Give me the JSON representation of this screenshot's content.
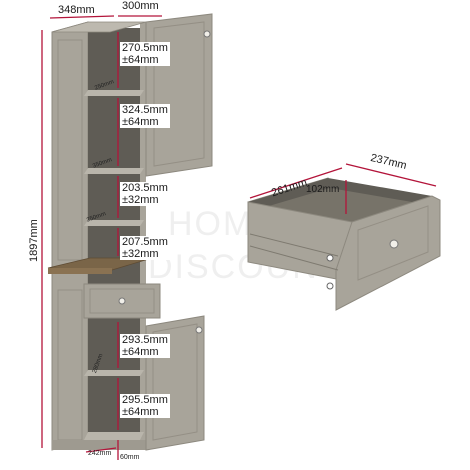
{
  "colors": {
    "cabinet": "#a8a49a",
    "cabinet_dark": "#8d897f",
    "interior": "#5f5c55",
    "shelf": "#b9b5ab",
    "wood_top": "#7a6548",
    "dimension": "#b3143a",
    "watermark": "#efefef"
  },
  "cabinet": {
    "width_top": "348mm",
    "depth_top": "300mm",
    "height": "1897mm",
    "shelf_gap_1": "270.5mm\n±64mm",
    "shelf_gap_2": "324.5mm\n±64mm",
    "shelf_gap_3": "203.5mm\n±32mm",
    "shelf_gap_4": "207.5mm\n±32mm",
    "shelf_gap_5": "293.5mm\n±64mm",
    "shelf_gap_6": "295.5mm\n±64mm",
    "shelf_depth_small_1": "250mm",
    "shelf_depth_small_2": "350mm",
    "shelf_depth_small_3": "250mm",
    "shelf_depth_small_4": "280mm",
    "base_depth": "242mm",
    "base_height": "60mm"
  },
  "drawer": {
    "width": "261mm",
    "depth": "237mm",
    "height": "102mm"
  },
  "watermark": {
    "line1": "HOME",
    "line2": "DISCOUNT"
  }
}
